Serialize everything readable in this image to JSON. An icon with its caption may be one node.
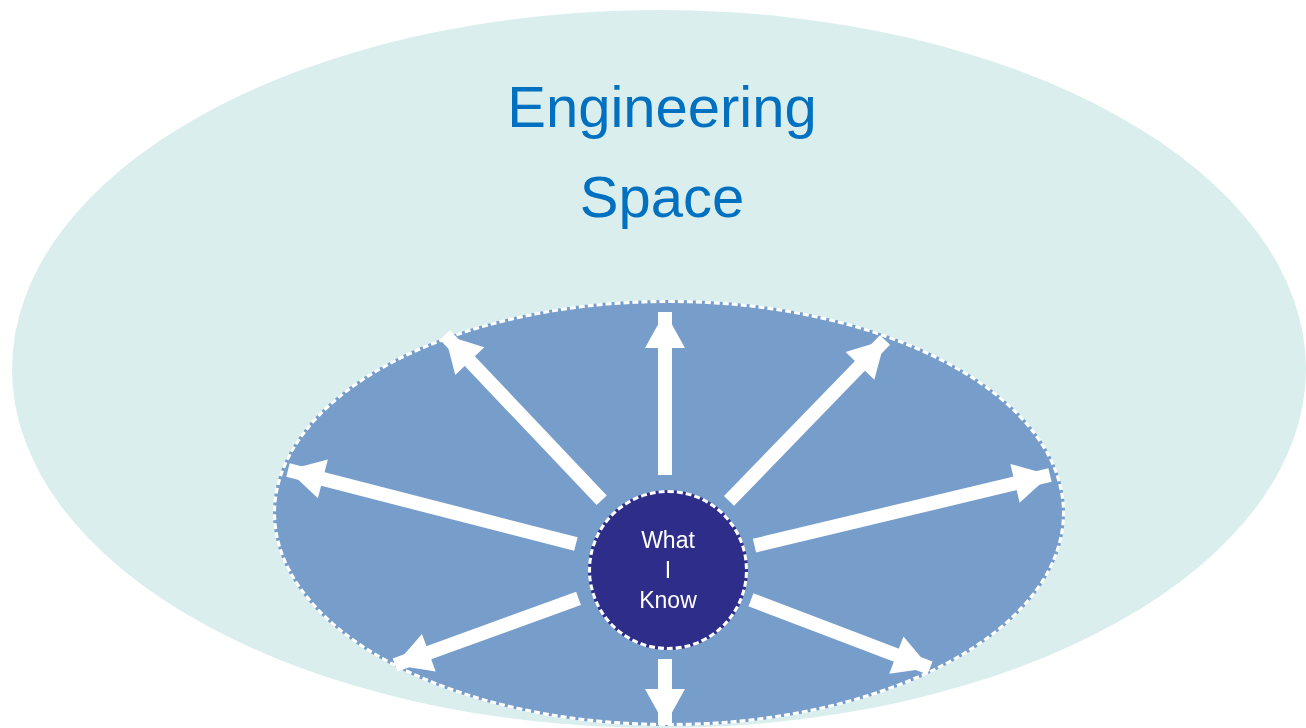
{
  "diagram": {
    "nodes": [
      {
        "text": [
          "Engineering Space"
        ]
      },
      {
        "text": [],
        "shape": "ellipse",
        "in": 0
      },
      {
        "text": [
          "What I Know"
        ],
        "in": 1
      }
    ],
    "edges": [
      {
        "from": 2,
        "to": null,
        "arrow": "to"
      },
      {
        "from": 2,
        "to": null,
        "arrow": "to"
      },
      {
        "from": 2,
        "to": null,
        "arrow": "to"
      },
      {
        "from": 2,
        "to": null,
        "arrow": "to"
      },
      {
        "from": 2,
        "to": null,
        "arrow": "to"
      },
      {
        "from": 2,
        "to": null,
        "arrow": "to"
      },
      {
        "from": 2,
        "to": null,
        "arrow": "to"
      },
      {
        "from": 2,
        "to": null,
        "arrow": "to"
      }
    ]
  }
}
